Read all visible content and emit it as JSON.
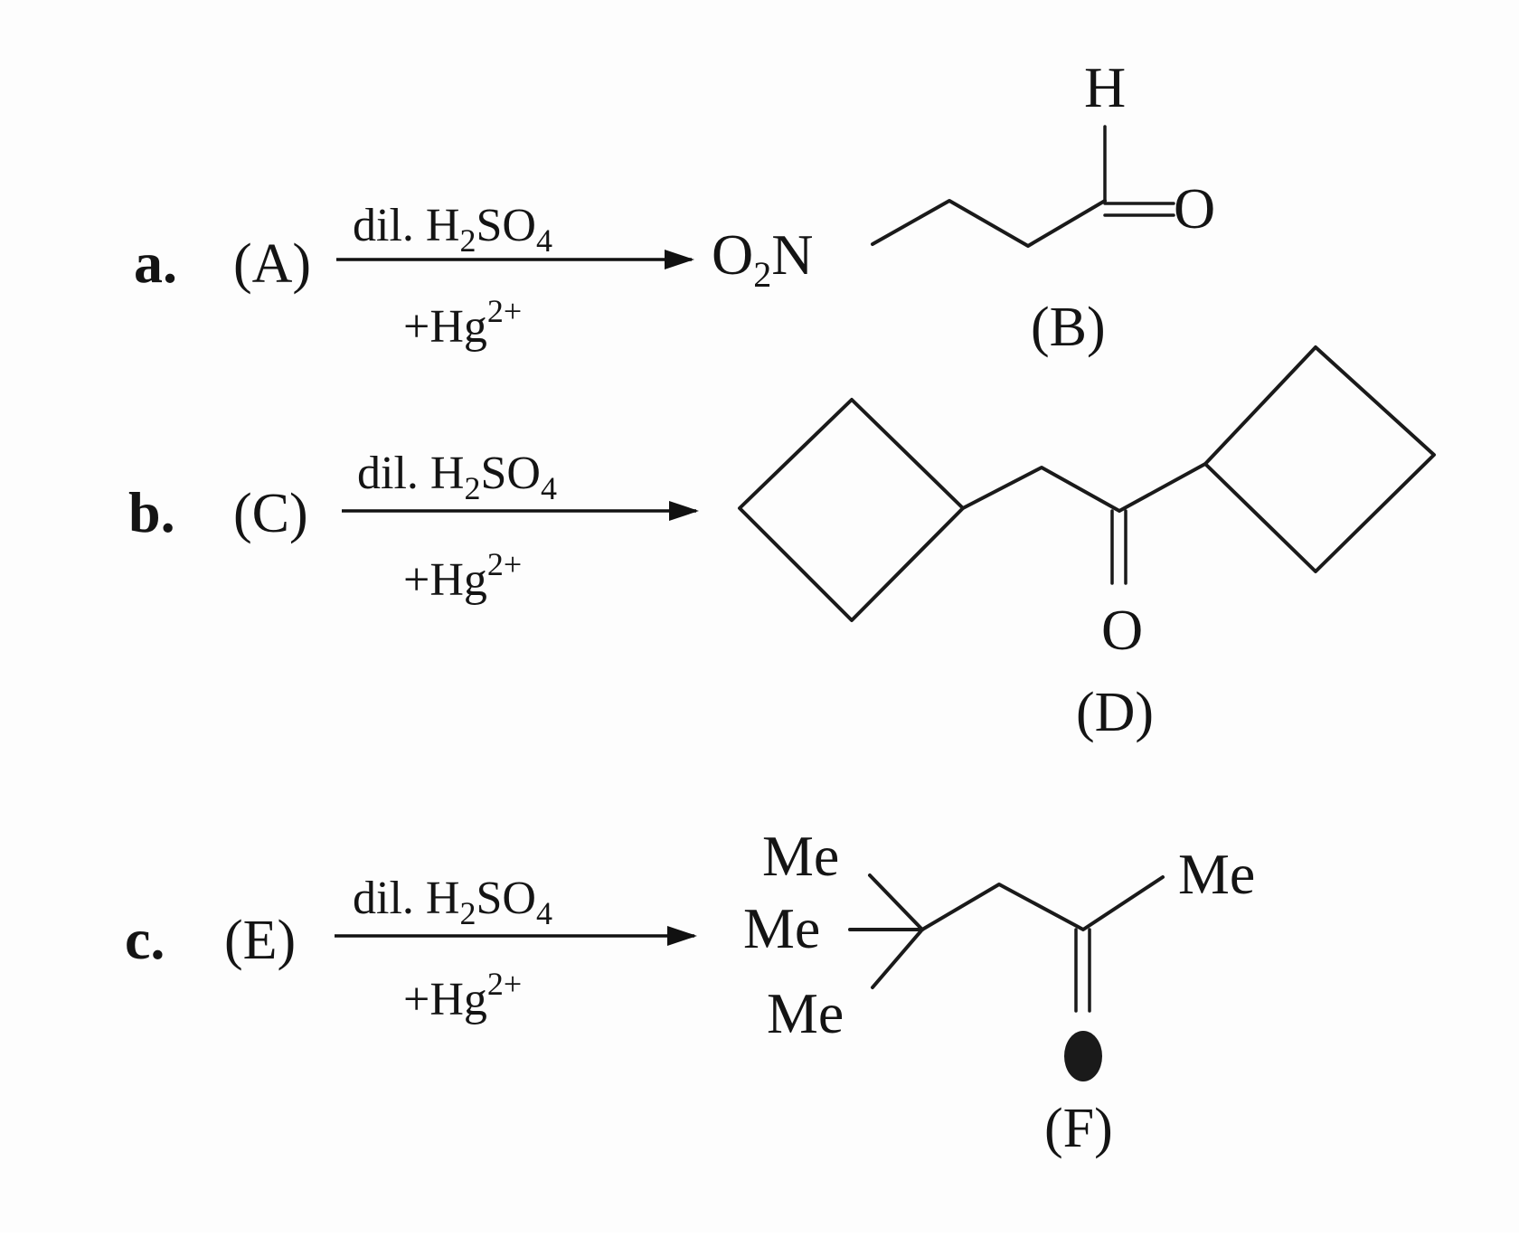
{
  "reactions": [
    {
      "item": "a.",
      "reactant": "(A)",
      "reagent_top": "dil. H",
      "reagent_top_sub": "2",
      "reagent_top_mid": "SO",
      "reagent_top_sub2": "4",
      "reagent_bottom": "+Hg",
      "reagent_bottom_sup": "2+",
      "product_label": "(B)",
      "product_atoms": {
        "nitro": "O",
        "nitro_sub": "2",
        "nitro_n": "N",
        "aldehyde_h": "H",
        "aldehyde_o": "O"
      }
    },
    {
      "item": "b.",
      "reactant": "(C)",
      "reagent_top": "dil. H",
      "reagent_top_sub": "2",
      "reagent_top_mid": "SO",
      "reagent_top_sub2": "4",
      "reagent_bottom": "+Hg",
      "reagent_bottom_sup": "2+",
      "product_label": "(D)",
      "product_atoms": {
        "ketone_o": "O"
      }
    },
    {
      "item": "c.",
      "reactant": "(E)",
      "reagent_top": "dil. H",
      "reagent_top_sub": "2",
      "reagent_top_mid": "SO",
      "reagent_top_sub2": "4",
      "reagent_bottom": "+Hg",
      "reagent_bottom_sup": "2+",
      "product_label": "(F)",
      "product_atoms": {
        "me_top": "Me",
        "me_mid": "Me",
        "me_bottom": "Me",
        "me_right": "Me"
      }
    }
  ]
}
